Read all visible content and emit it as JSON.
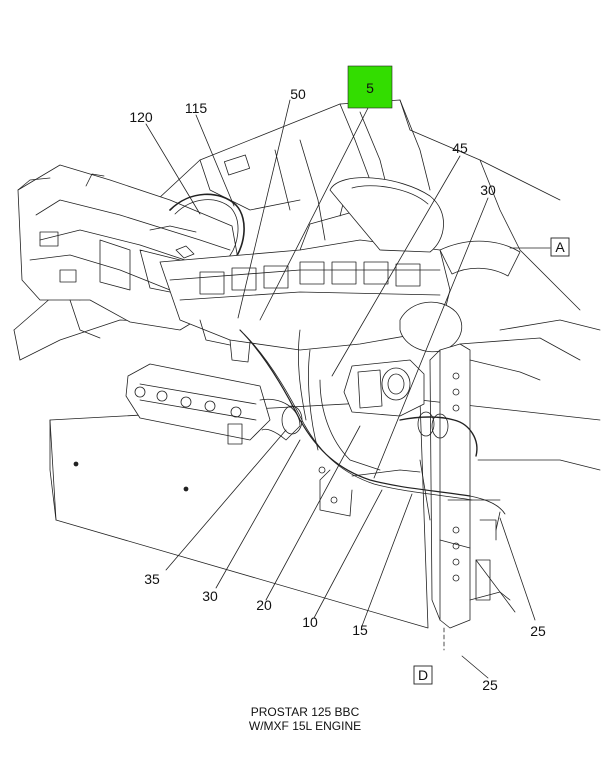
{
  "callouts": {
    "c5": "5",
    "c50": "50",
    "c115": "115",
    "c120": "120",
    "c45": "45",
    "c30a": "30",
    "c35": "35",
    "c30b": "30",
    "c20": "20",
    "c10": "10",
    "c15": "15",
    "c25a": "25",
    "c25b": "25"
  },
  "view_labels": {
    "a": "A",
    "d": "D"
  },
  "caption": {
    "line1": "PROSTAR 125 BBC",
    "line2": "W/MXF 15L ENGINE"
  },
  "colors": {
    "highlight": "#33dd00",
    "line": "#222222"
  }
}
